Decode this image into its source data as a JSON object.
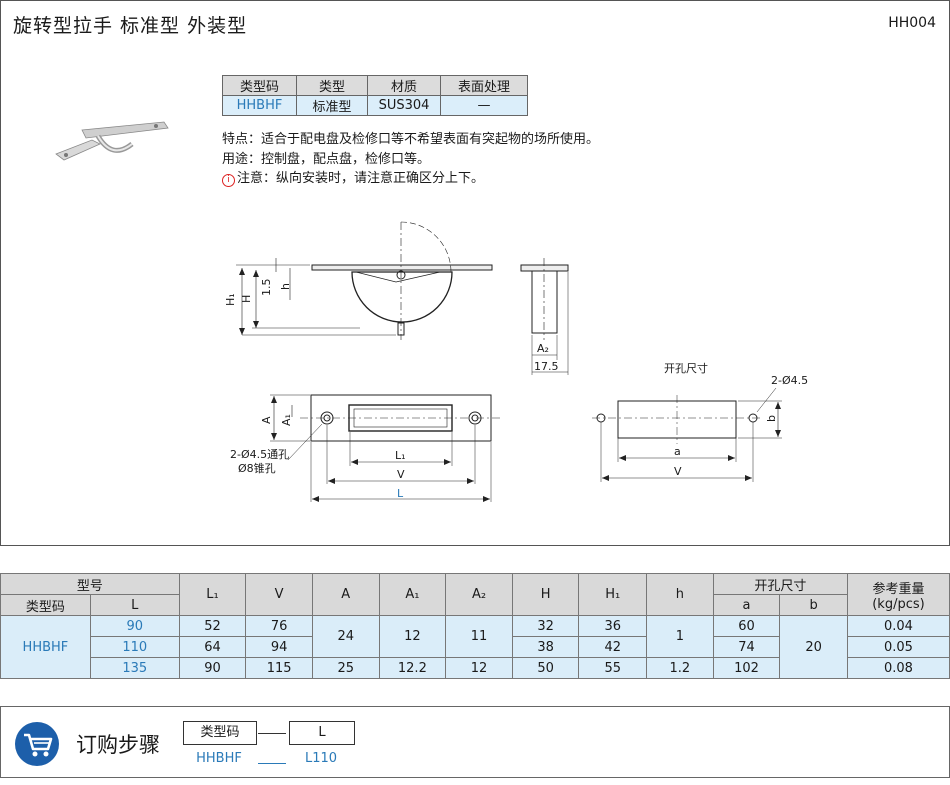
{
  "header": {
    "title": "旋转型拉手  标准型  外装型",
    "code": "HH004"
  },
  "spec_table": {
    "headers": [
      "类型码",
      "类型",
      "材质",
      "表面处理"
    ],
    "values": [
      "HHBHF",
      "标准型",
      "SUS304",
      "—"
    ]
  },
  "description": {
    "features": "特点：适合于配电盘及检修口等不希望表面有突起物的场所使用。",
    "usage": "用途：控制盘，配点盘，检修口等。",
    "warning_icon": "i",
    "note": "注意：纵向安装时，请注意正确区分上下。"
  },
  "drawing_labels": {
    "H1": "H₁",
    "H": "H",
    "d15": "1.5",
    "h": "h",
    "A2": "A₂",
    "d175": "17.5",
    "A": "A",
    "A1": "A₁",
    "L1": "L₁",
    "V": "V",
    "L": "L",
    "hole1": "2-Ø4.5通孔",
    "hole2": "Ø8锥孔",
    "cut_title": "开孔尺寸",
    "cut_hole": "2-Ø4.5",
    "cut_a": "a",
    "cut_b": "b",
    "cut_V": "V"
  },
  "dims_table": {
    "group_model": "型号",
    "type_code": "类型码",
    "L": "L",
    "cols": [
      "L₁",
      "V",
      "A",
      "A₁",
      "A₂",
      "H",
      "H₁",
      "h"
    ],
    "cutout": "开孔尺寸",
    "a": "a",
    "b": "b",
    "weight": "参考重量",
    "weight_unit": "(kg/pcs)",
    "code": "HHBHF",
    "rows": [
      {
        "L": "90",
        "L1": "52",
        "V": "76",
        "H": "32",
        "H1": "36",
        "a": "60",
        "w": "0.04"
      },
      {
        "L": "110",
        "L1": "64",
        "V": "94",
        "H": "38",
        "H1": "42",
        "a": "74",
        "w": "0.05"
      },
      {
        "L": "135",
        "L1": "90",
        "V": "115",
        "A": "25",
        "A1": "12.2",
        "A2": "12",
        "H": "50",
        "H1": "55",
        "h": "1.2",
        "a": "102",
        "w": "0.08"
      }
    ],
    "merged": {
      "A": "24",
      "A1": "12",
      "A2": "11",
      "h": "1",
      "b": "20"
    }
  },
  "order": {
    "title": "订购步骤",
    "box1": "类型码",
    "box2": "L",
    "val1": "HHBHF",
    "val2": "L110",
    "icon": "cart-icon"
  }
}
